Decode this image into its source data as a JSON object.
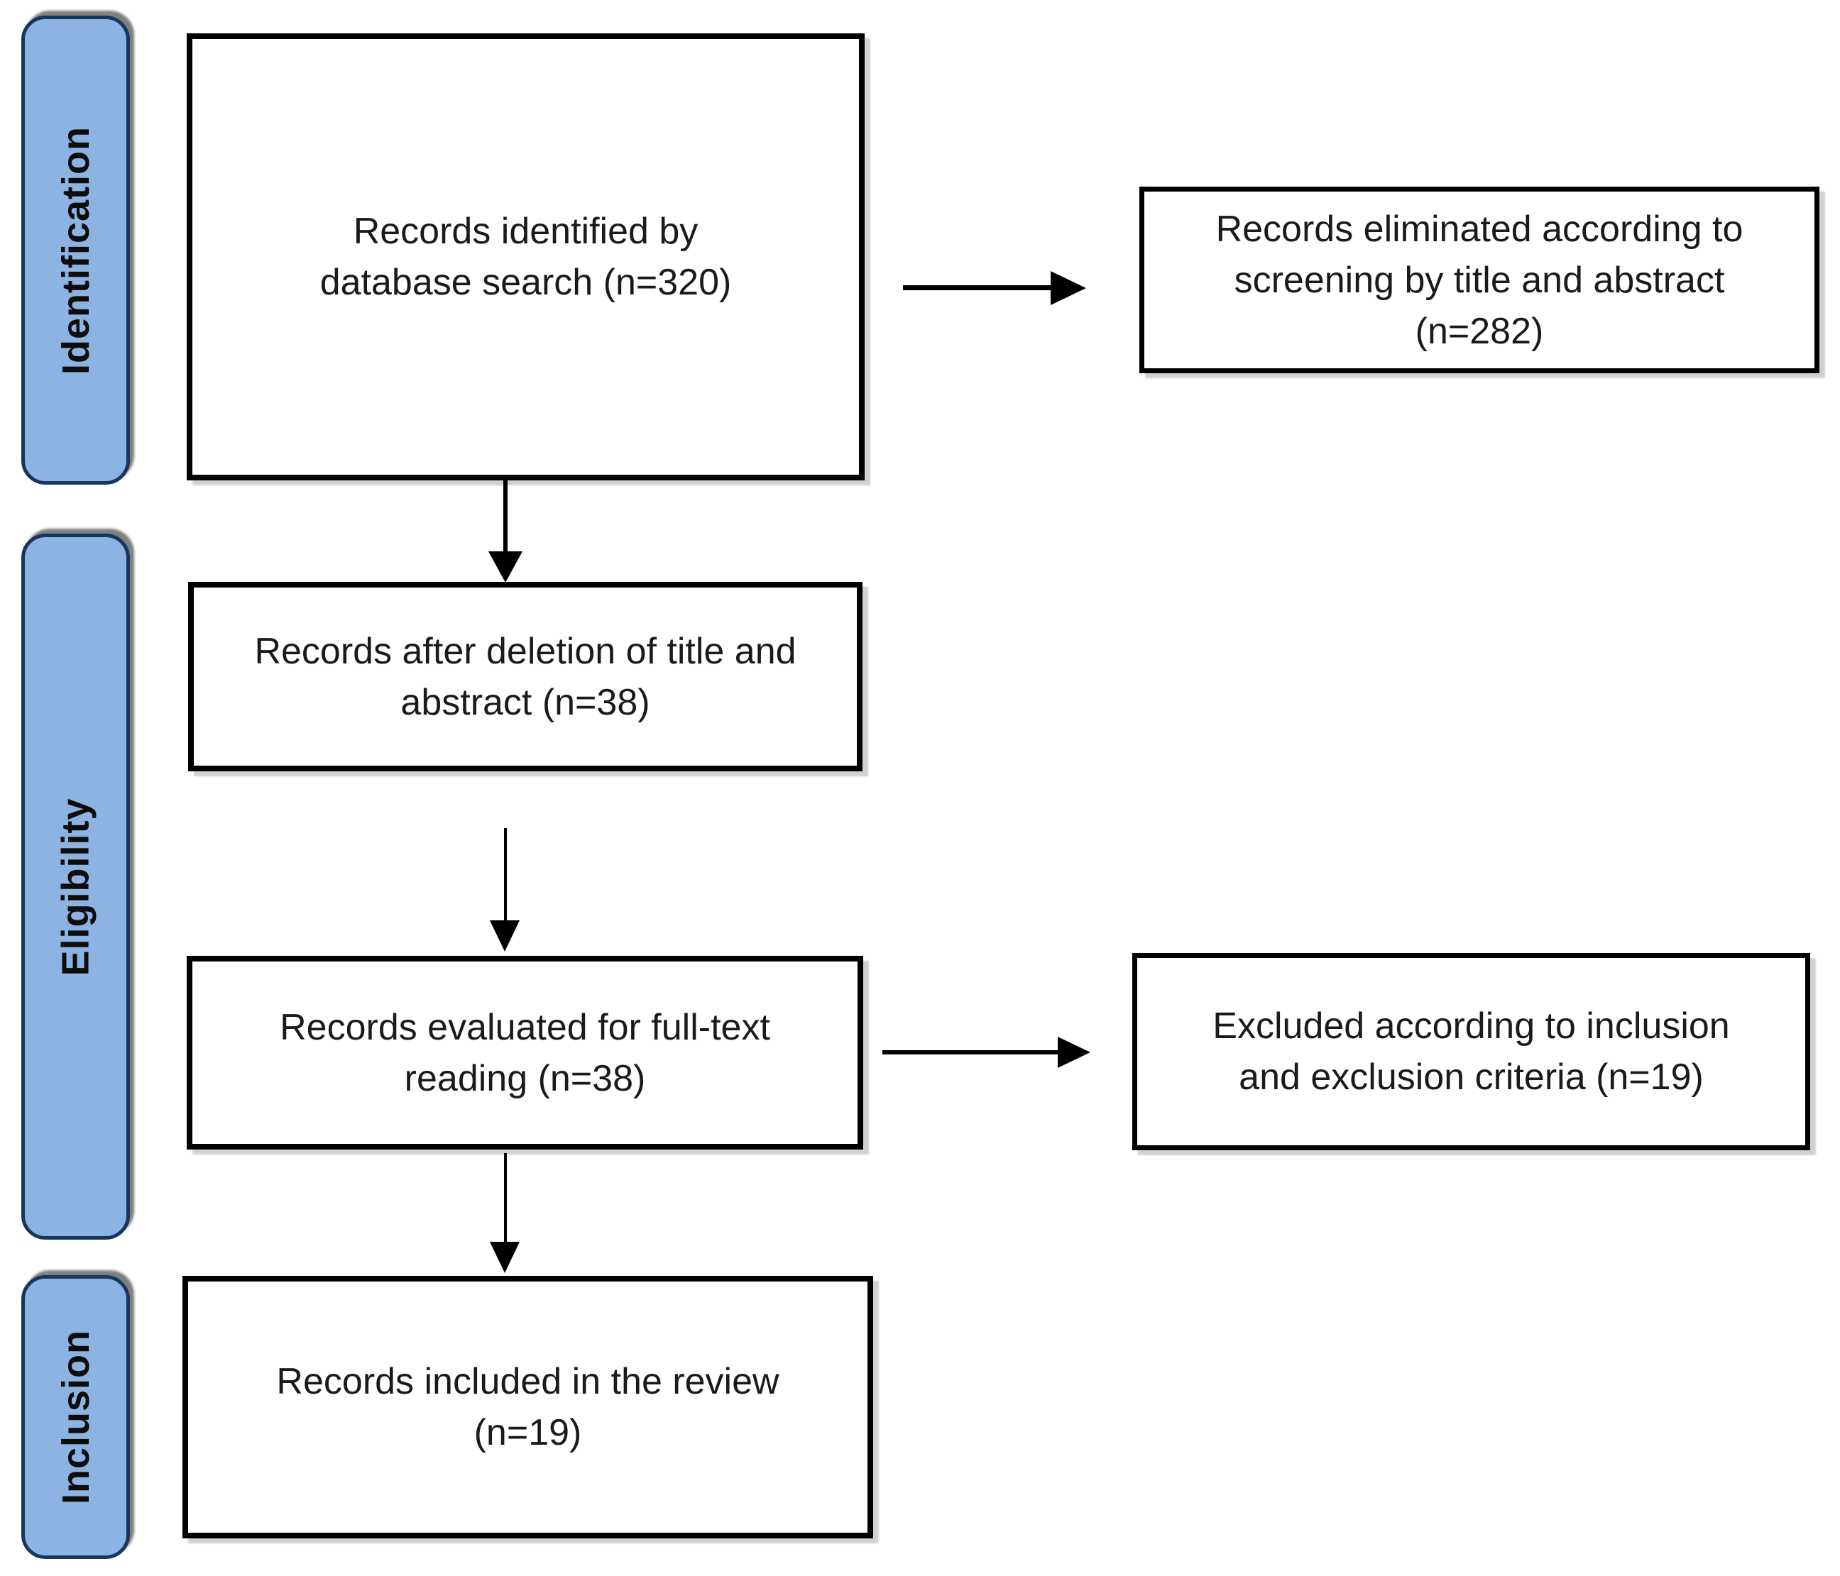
{
  "stages": {
    "identification": "Identification",
    "eligibility": "Eligibility",
    "inclusion": "Inclusion"
  },
  "boxes": {
    "identified": "Records identified by\ndatabase search (n=320)",
    "eliminated": "Records eliminated according to\nscreening by title and abstract\n(n=282)",
    "after_deletion": "Records after deletion of title and\nabstract (n=38)",
    "evaluated": "Records evaluated for full-text\nreading (n=38)",
    "excluded": "Excluded according to inclusion\nand exclusion criteria (n=19)",
    "included": "Records included in the review\n(n=19)"
  },
  "counts": {
    "identified": 320,
    "eliminated_title_abstract": 282,
    "after_title_abstract_deletion": 38,
    "full_text_evaluated": 38,
    "excluded_criteria": 19,
    "included_in_review": 19
  },
  "colors": {
    "stage_fill": "#8db3e2",
    "stage_border": "#17365d",
    "box_border": "#000000",
    "text": "#1a1a1a",
    "background": "#ffffff"
  }
}
